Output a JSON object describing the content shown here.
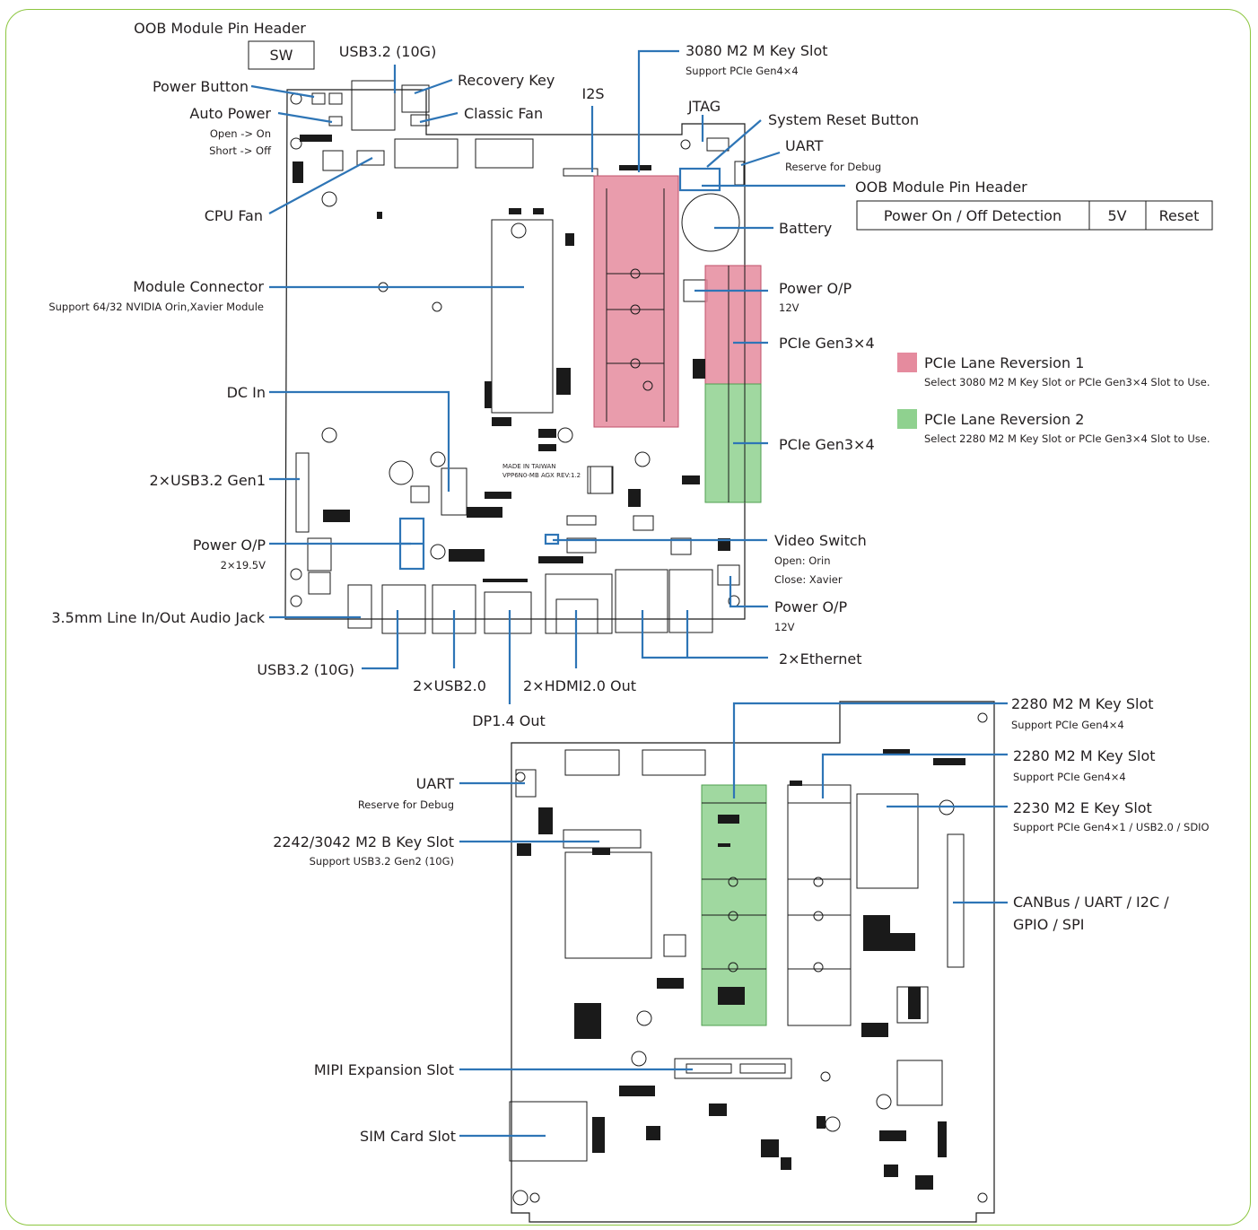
{
  "colors": {
    "frame": "#8cc63f",
    "leader": "#2e75b6",
    "lane_reversion_1": "#e58b9e",
    "lane_reversion_2": "#8fd18f"
  },
  "top_board": {
    "labels": {
      "oob_header_left": "OOB Module Pin Header",
      "sw": "SW",
      "usb32_top": "USB3.2 (10G)",
      "recovery_key": "Recovery Key",
      "classic_fan": "Classic Fan",
      "power_button": "Power Button",
      "auto_power": "Auto Power",
      "auto_power_open": "Open -> On",
      "auto_power_short": "Short -> Off",
      "cpu_fan": "CPU Fan",
      "module_connector": "Module Connector",
      "module_connector_sub": "Support 64/32 NVIDIA Orin,Xavier Module",
      "dc_in": "DC In",
      "usb32_gen1": "2×USB3.2 Gen1",
      "power_op_left": "Power O/P",
      "power_op_left_sub": "2×19.5V",
      "audio_jack": "3.5mm Line In/Out Audio Jack",
      "usb32_bottom": "USB3.2 (10G)",
      "usb20": "2×USB2.0",
      "hdmi": "2×HDMI2.0 Out",
      "dp": "DP1.4 Out",
      "i2s": "I2S",
      "m2_3080": "3080 M2 M Key Slot",
      "m2_3080_sub": "Support PCIe Gen4×4",
      "jtag": "JTAG",
      "system_reset": "System Reset Button",
      "uart_top": "UART",
      "uart_top_sub": "Reserve for Debug",
      "oob_header_right": "OOB Module Pin Header",
      "battery": "Battery",
      "power_op_right": "Power O/P",
      "power_op_right_sub": "12V",
      "pcie_gen3_upper": "PCIe Gen3×4",
      "pcie_gen3_lower": "PCIe Gen3×4",
      "video_switch": "Video Switch",
      "video_switch_open": "Open: Orin",
      "video_switch_close": "Close: Xavier",
      "power_op_bottom": "Power O/P",
      "power_op_bottom_sub": "12V",
      "ethernet": "2×Ethernet",
      "board_silk_1": "MADE IN TAIWAN",
      "board_silk_2": "VPP6N0-MB AGX REV:1.2"
    },
    "oob_table": [
      "Power On / Off Detection",
      "5V",
      "Reset"
    ]
  },
  "legend": [
    {
      "title": "PCIe Lane Reversion 1",
      "desc": "Select 3080 M2 M Key Slot or PCIe Gen3×4 Slot to Use.",
      "color": "#e58b9e"
    },
    {
      "title": "PCIe Lane Reversion 2",
      "desc": "Select 2280 M2 M Key Slot or PCIe Gen3×4 Slot to Use.",
      "color": "#8fd18f"
    }
  ],
  "bottom_board": {
    "labels": {
      "m2_2280_a": "2280 M2 M Key Slot",
      "m2_2280_a_sub": "Support PCIe Gen4×4",
      "m2_2280_b": "2280 M2 M Key Slot",
      "m2_2280_b_sub": "Support PCIe Gen4×4",
      "m2_2230": "2230 M2 E Key Slot",
      "m2_2230_sub": "Support PCIe Gen4×1 / USB2.0 / SDIO",
      "canbus_1": "CANBus / UART / I2C /",
      "canbus_2": "GPIO / SPI",
      "uart": "UART",
      "uart_sub": "Reserve for Debug",
      "m2_b_key": "2242/3042 M2 B Key Slot",
      "m2_b_key_sub": "Support USB3.2 Gen2 (10G)",
      "mipi": "MIPI Expansion Slot",
      "sim": "SIM Card Slot"
    }
  }
}
